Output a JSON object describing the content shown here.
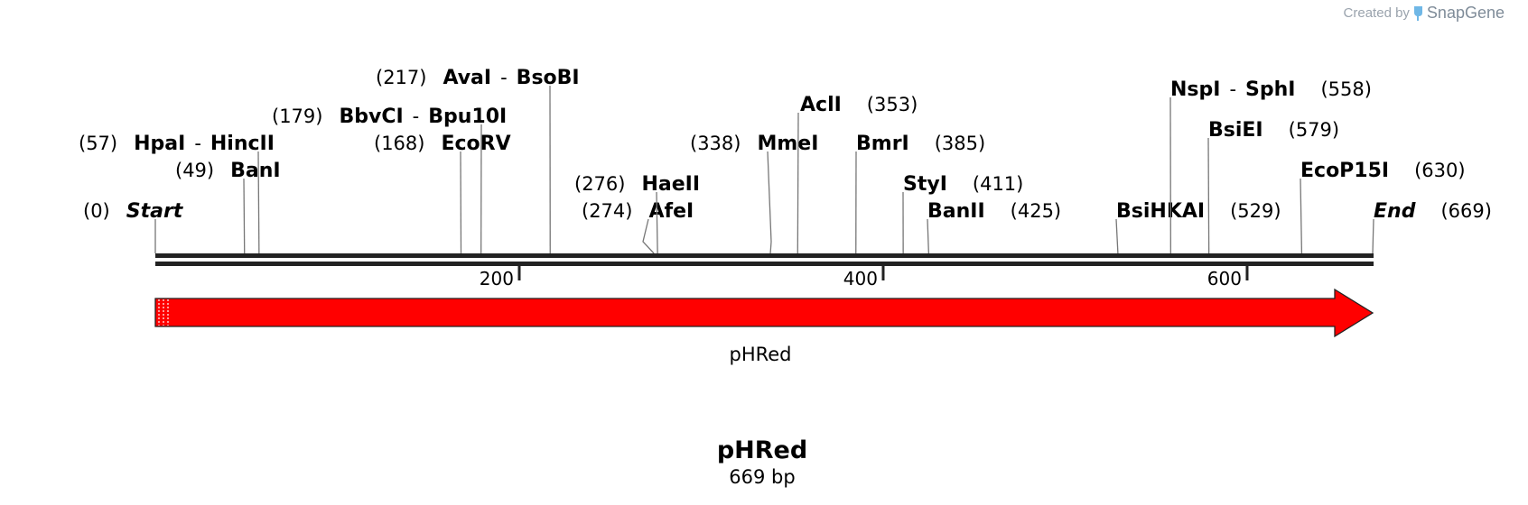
{
  "credit": {
    "prefix": "Created by",
    "brand": "SnapGene"
  },
  "sequence": {
    "name": "pHRed",
    "length_label": "669 bp",
    "length": 669
  },
  "feature": {
    "label": "pHRed",
    "color": "#ff0000",
    "start": 0,
    "end": 669,
    "direction": "forward"
  },
  "ticks": [
    {
      "pos": 200,
      "label": "200"
    },
    {
      "pos": 400,
      "label": "400"
    },
    {
      "pos": 600,
      "label": "600"
    }
  ],
  "sites": [
    {
      "pos_label": "(0)",
      "name": "Start",
      "italic": true,
      "pos": 0,
      "side": "left"
    },
    {
      "pos_label": "(49)",
      "name": "BanI",
      "pos": 49,
      "side": "left"
    },
    {
      "pos_label": "(57)",
      "name": "HpaI",
      "sep": "-",
      "name2": "HincII",
      "pos": 57,
      "side": "left"
    },
    {
      "pos_label": "(168)",
      "name": "EcoRV",
      "pos": 168,
      "side": "left"
    },
    {
      "pos_label": "(179)",
      "name": "BbvCI",
      "sep": "-",
      "name2": "Bpu10I",
      "pos": 179,
      "side": "left"
    },
    {
      "pos_label": "(217)",
      "name": "AvaI",
      "sep": "-",
      "name2": "BsoBI",
      "pos": 217,
      "side": "left"
    },
    {
      "pos_label": "(274)",
      "name": "AfeI",
      "pos": 274,
      "side": "left"
    },
    {
      "pos_label": "(276)",
      "name": "HaeII",
      "pos": 276,
      "side": "left"
    },
    {
      "pos_label": "(338)",
      "name": "MmeI",
      "pos": 338,
      "side": "left"
    },
    {
      "pos_label": "(353)",
      "name": "AclI",
      "pos": 353,
      "side": "right"
    },
    {
      "pos_label": "(385)",
      "name": "BmrI",
      "pos": 385,
      "side": "right"
    },
    {
      "pos_label": "(411)",
      "name": "StyI",
      "pos": 411,
      "side": "right"
    },
    {
      "pos_label": "(425)",
      "name": "BanII",
      "pos": 425,
      "side": "right"
    },
    {
      "pos_label": "(529)",
      "name": "BsiHKAI",
      "pos": 529,
      "side": "right"
    },
    {
      "pos_label": "(558)",
      "name": "NspI",
      "sep": "-",
      "name2": "SphI",
      "pos": 558,
      "side": "right"
    },
    {
      "pos_label": "(579)",
      "name": "BsiEI",
      "pos": 579,
      "side": "right"
    },
    {
      "pos_label": "(630)",
      "name": "EcoP15I",
      "pos": 630,
      "side": "right"
    },
    {
      "pos_label": "(669)",
      "name": "End",
      "italic": true,
      "pos": 669,
      "side": "right"
    }
  ]
}
